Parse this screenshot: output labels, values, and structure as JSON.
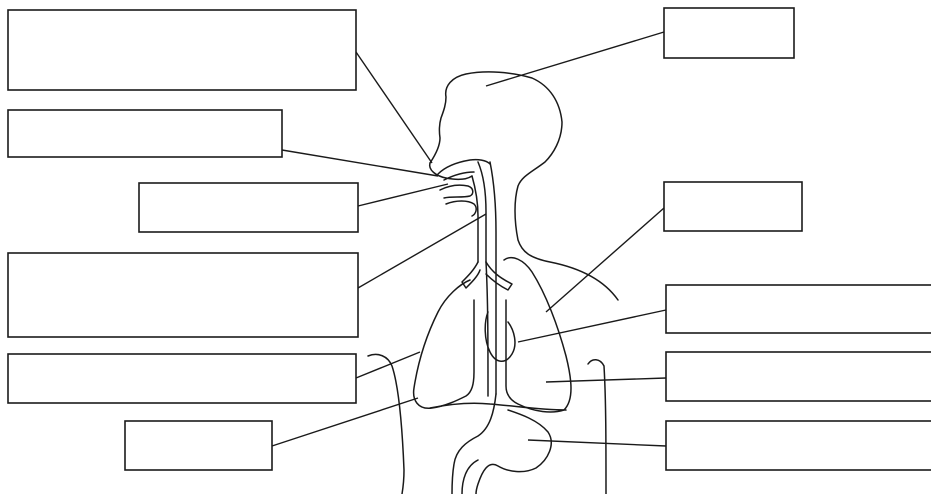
{
  "worksheet": {
    "type": "blank labeled diagram",
    "label_boxes": [
      {
        "id": "left-1",
        "text": ""
      },
      {
        "id": "left-2",
        "text": ""
      },
      {
        "id": "left-3",
        "text": ""
      },
      {
        "id": "left-4",
        "text": ""
      },
      {
        "id": "left-5",
        "text": ""
      },
      {
        "id": "left-6",
        "text": ""
      },
      {
        "id": "right-1",
        "text": ""
      },
      {
        "id": "right-2",
        "text": ""
      },
      {
        "id": "right-3",
        "text": ""
      },
      {
        "id": "right-4",
        "text": ""
      },
      {
        "id": "right-5",
        "text": ""
      }
    ],
    "colors": {
      "ink": "#1a1a1a",
      "background": "#ffffff"
    }
  }
}
